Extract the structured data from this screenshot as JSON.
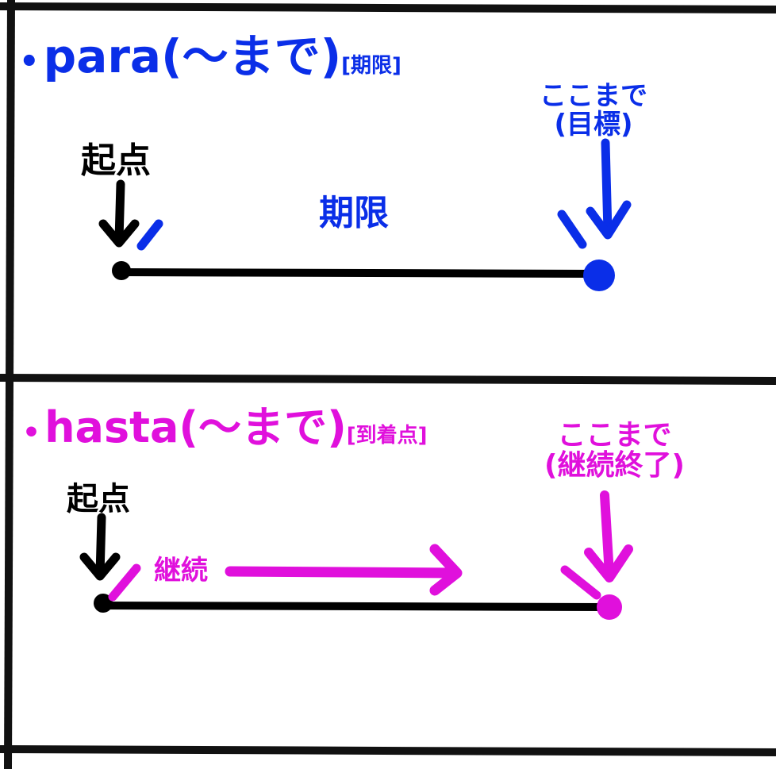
{
  "colors": {
    "frame": "#111111",
    "para": "#0a2ee8",
    "hasta": "#e010dc",
    "start": "#000000"
  },
  "para": {
    "bullet": "•",
    "title": "para(〜まで)",
    "subtitle": "[期限]",
    "start_label": "起点",
    "span_label": "期限",
    "end_label_line1": "ここまで",
    "end_label_line2": "(目標)"
  },
  "hasta": {
    "bullet": "•",
    "title": "hasta(〜まで)",
    "subtitle": "[到着点]",
    "start_label": "起点",
    "span_label": "継続",
    "end_label_line1": "ここまで",
    "end_label_line2": "(継続終了)"
  }
}
